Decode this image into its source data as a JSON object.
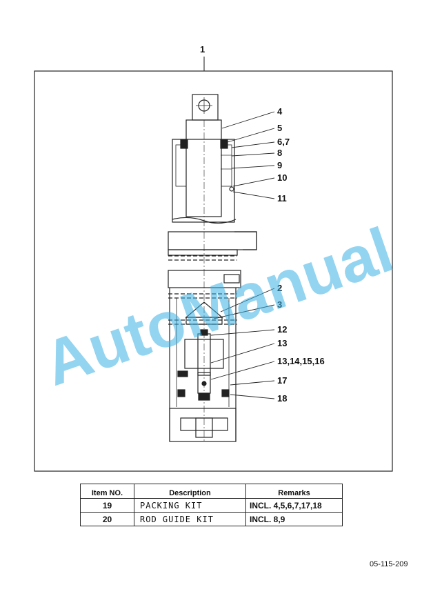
{
  "assembly_label": "1",
  "callouts": [
    {
      "id": "c4",
      "label": "4"
    },
    {
      "id": "c5",
      "label": "5"
    },
    {
      "id": "c67",
      "label": "6,7"
    },
    {
      "id": "c8",
      "label": "8"
    },
    {
      "id": "c9",
      "label": "9"
    },
    {
      "id": "c10",
      "label": "10"
    },
    {
      "id": "c11",
      "label": "11"
    },
    {
      "id": "c2",
      "label": "2"
    },
    {
      "id": "c3",
      "label": "3"
    },
    {
      "id": "c12",
      "label": "12"
    },
    {
      "id": "c13",
      "label": "13"
    },
    {
      "id": "c13b",
      "label": "13,14,15,16"
    },
    {
      "id": "c17",
      "label": "17"
    },
    {
      "id": "c18",
      "label": "18"
    }
  ],
  "watermark": "AutoManual",
  "table": {
    "headers": {
      "item": "Item NO.",
      "description": "Description",
      "remarks": "Remarks"
    },
    "rows": [
      {
        "item": "19",
        "description": "PACKING KIT",
        "remarks": "INCL. 4,5,6,7,17,18"
      },
      {
        "item": "20",
        "description": "ROD GUIDE KIT",
        "remarks": "INCL. 8,9"
      }
    ]
  },
  "drawing_code": "05-115-209"
}
